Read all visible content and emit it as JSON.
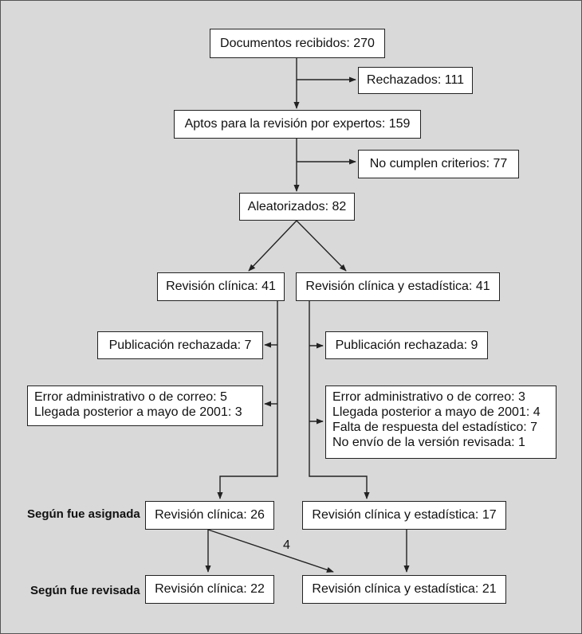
{
  "boxes": {
    "received": "Documentos recibidos: 270",
    "rejected": "Rechazados: 111",
    "apt": "Aptos para la revisión por expertos: 159",
    "no_criteria": "No cumplen criterios: 77",
    "randomized": "Aleatorizados: 82",
    "clinical": "Revisión clínica: 41",
    "clinical_stat": "Revisión clínica y estadística: 41",
    "pub_rejected_left": "Publicación rechazada: 7",
    "pub_rejected_right": "Publicación rechazada: 9",
    "errors_left": [
      "Error administrativo o de correo: 5",
      "Llegada posterior a mayo de 2001: 3"
    ],
    "errors_right": [
      "Error administrativo o de correo: 3",
      "Llegada posterior a mayo de 2001: 4",
      "Falta de respuesta del estadístico: 7",
      "No envío de la versión revisada: 1"
    ],
    "assigned_clinical": "Revisión clínica: 26",
    "assigned_clinical_stat": "Revisión clínica y estadística: 17",
    "reviewed_clinical": "Revisión clínica: 22",
    "reviewed_clinical_stat": "Revisión clínica y estadística: 21"
  },
  "side_labels": {
    "assigned": "Según fue asignada",
    "reviewed": "Según fue revisada"
  },
  "crossover_count": "4"
}
